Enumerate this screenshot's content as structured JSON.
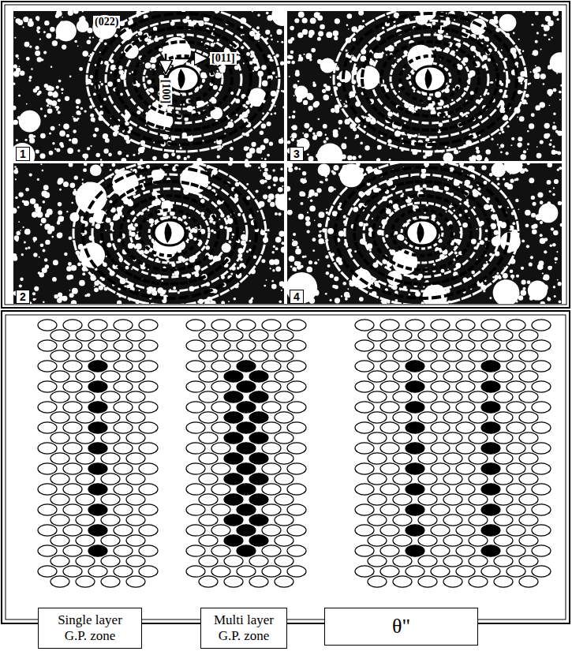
{
  "diagram": {
    "nodes": [
      {
        "text": [
          "1"
        ]
      },
      {
        "text": [
          "3"
        ]
      },
      {
        "text": [
          "2"
        ]
      },
      {
        "text": [
          "4"
        ]
      },
      {
        "text": [
          "Single layer G.P. zone"
        ]
      },
      {
        "text": [
          "Multi layer G.P. zone"
        ]
      },
      {
        "text": [
          "θ\""
        ]
      }
    ],
    "labels": [
      "(022)",
      "[011]",
      "[100]"
    ]
  }
}
